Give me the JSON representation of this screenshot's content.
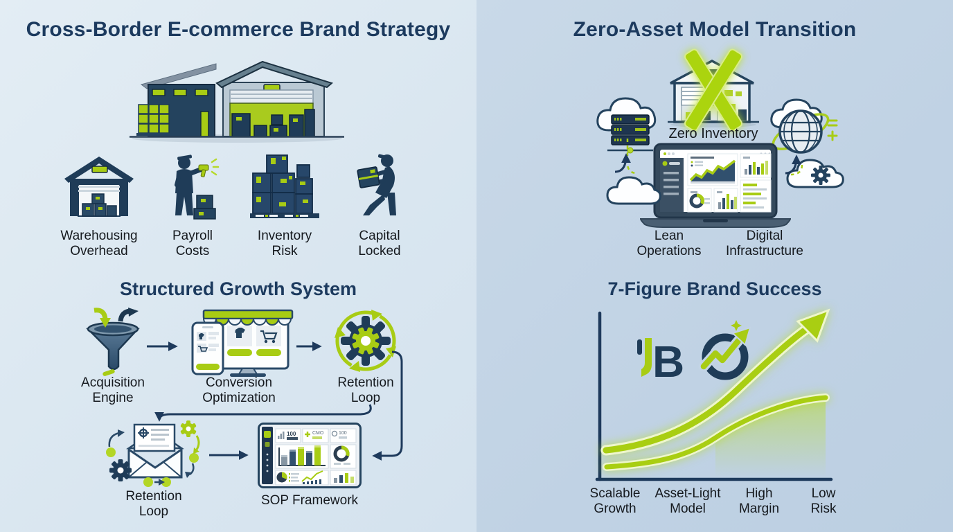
{
  "left": {
    "title": "Cross-Border E-commerce Brand Strategy",
    "cost_items": [
      {
        "label": "Warehousing\nOverhead"
      },
      {
        "label": "Payroll\nCosts"
      },
      {
        "label": "Inventory\nRisk"
      },
      {
        "label": "Capital\nLocked"
      }
    ],
    "growth": {
      "title": "Structured Growth System",
      "steps": [
        {
          "label": "Acquisition\nEngine"
        },
        {
          "label": "Conversion\nOptimization"
        },
        {
          "label": "Retention\nLoop"
        }
      ],
      "retention_label": "Retention\nLoop",
      "sop_label": "SOP Framework",
      "sop_stats": [
        "100",
        "CMO",
        "100"
      ]
    }
  },
  "right": {
    "title": "Zero-Asset Model Transition",
    "zero_inventory_label": "Zero Inventory",
    "infra_labels": [
      {
        "label": "Lean\nOperations"
      },
      {
        "label": "Digital\nInfrastructure"
      }
    ],
    "success": {
      "title": "7-Figure Brand Success",
      "axis_labels": [
        {
          "label": "Scalable\nGrowth"
        },
        {
          "label": "Asset-Light\nModel"
        },
        {
          "label": "High\nMargin"
        },
        {
          "label": "Low\nRisk"
        }
      ]
    }
  },
  "colors": {
    "navy": "#1f3c58",
    "lime": "#a8cc14",
    "left_bg": "#dde9f2",
    "right_bg": "#c2d3e4",
    "label_text": "#15191e"
  }
}
